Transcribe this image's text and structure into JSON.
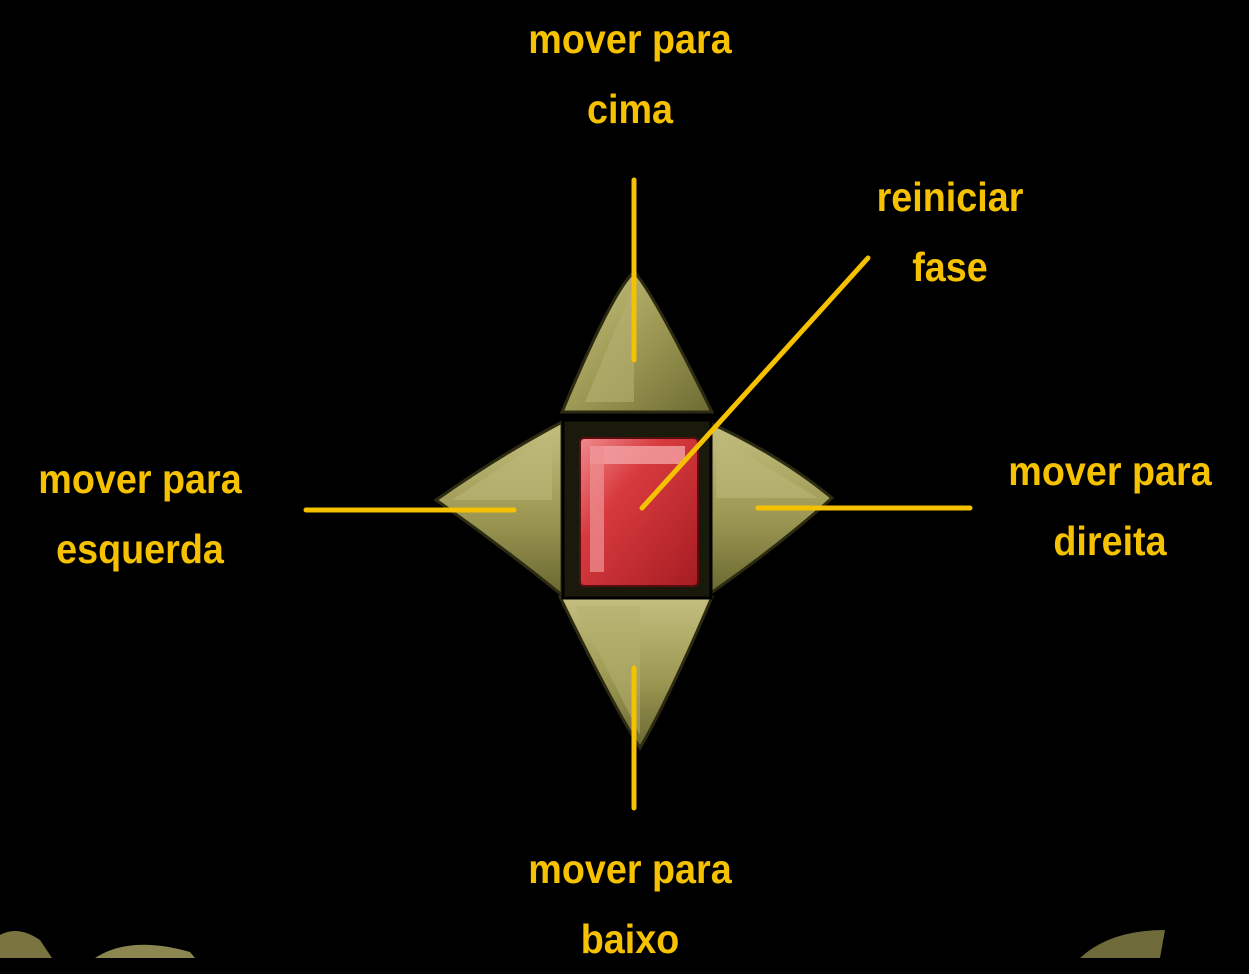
{
  "controls": {
    "up": {
      "line1": "mover para",
      "line2": "cima"
    },
    "reset": {
      "line1": "reiniciar",
      "line2": "fase"
    },
    "left": {
      "line1": "mover para",
      "line2": "esquerda"
    },
    "right": {
      "line1": "mover para",
      "line2": "direita"
    },
    "down": {
      "line1": "mover para",
      "line2": "baixo"
    }
  },
  "colors": {
    "background": "#000000",
    "label": "#f5c100",
    "arrow_olive": "#9e9a55",
    "center_red": "#cc2f33"
  }
}
